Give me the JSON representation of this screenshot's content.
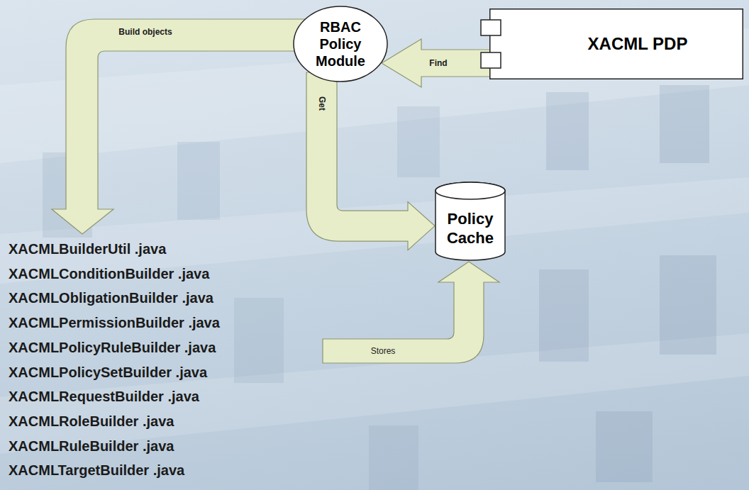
{
  "diagram": {
    "nodes": [
      {
        "text": [
          "RBAC Policy Module"
        ]
      },
      {
        "text": [
          "XACML PDP"
        ]
      },
      {
        "text": [
          "Policy Cache"
        ]
      }
    ],
    "edges": [
      {
        "from": 1,
        "to": 0,
        "arrow": "to",
        "label": "Find"
      },
      {
        "from": 0,
        "to": 2,
        "arrow": "to",
        "label": "Get"
      }
    ],
    "labels": [
      "Build objects",
      "Stores",
      "XACMLBuilderUtil .java",
      "XACMLConditionBuilder .java",
      "XACMLObligationBuilder .java",
      "XACMLPermissionBuilder .java",
      "XACMLPolicyRuleBuilder .java",
      "XACMLPolicySetBuilder .java",
      "XACMLRequestBuilder .java",
      "XACMLRoleBuilder .java",
      "XACMLRuleBuilder .java",
      "XACMLTargetBuilder .java"
    ]
  }
}
